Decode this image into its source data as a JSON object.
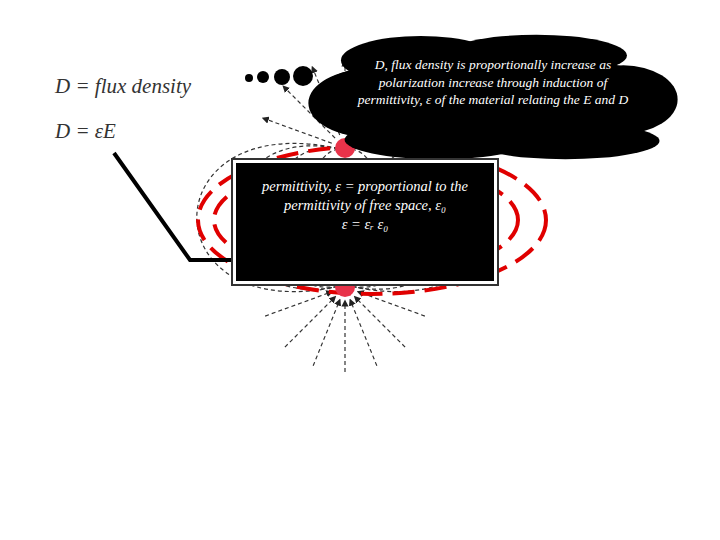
{
  "diagram": {
    "nodes": [
      {
        "text": [
          "D, flux density is proportionally increase as polarization increase through induction of permittivity, ε of the material relating the E and D"
        ]
      },
      {
        "text": [
          "permittivity, ε = proportional to the permittivity of free space, ε₀",
          "ε = εᵣ ε₀"
        ]
      }
    ],
    "labels": [
      "D = flux density",
      "D = εE"
    ]
  }
}
